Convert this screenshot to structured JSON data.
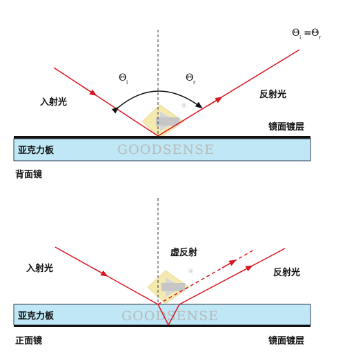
{
  "colors": {
    "ray": "#d8141e",
    "panel": "#bfe7f5",
    "panel_border": "#2c3e50",
    "coating": "#111111",
    "normal": "#333333",
    "watermark_yellow": "#f3e7a3",
    "watermark_gray": "#bdbdbd"
  },
  "top": {
    "theta_i": "Θ",
    "theta_i_sub": "i",
    "theta_r": "Θ",
    "theta_r_sub": "r",
    "equation_left": "Θ",
    "equation_left_sub": "i",
    "equation_eq": "=",
    "equation_right": "Θ",
    "equation_right_sub": "r",
    "incident_label": "入射光",
    "reflected_label": "反射光",
    "coating_label": "镜面镀层",
    "panel_label": "亚克力板",
    "caption": "背面镜",
    "watermark": "GOODSENSE",
    "registered": "®"
  },
  "bottom": {
    "virtual_label": "虚反射",
    "incident_label": "入射光",
    "reflected_label": "反射光",
    "panel_label": "亚克力板",
    "caption": "正面镜",
    "coating_label": "镜面镀层",
    "watermark": "GOODSENSE",
    "registered": "®"
  }
}
